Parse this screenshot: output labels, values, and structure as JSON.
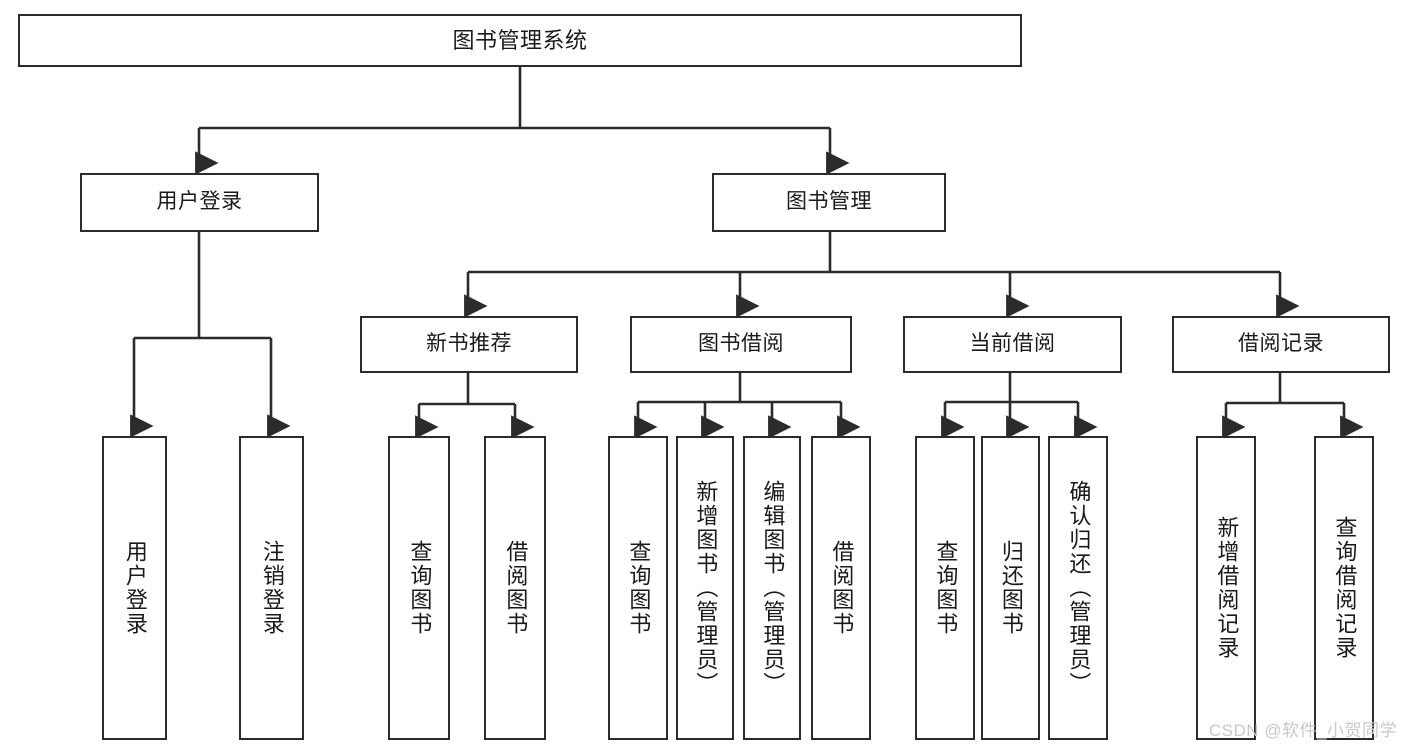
{
  "diagram": {
    "title": "图书管理系统",
    "type": "tree",
    "colors": {
      "background": "#ffffff",
      "border": "#2b2b2b",
      "edge": "#2b2b2b",
      "text": "#1a1a1a",
      "watermark": "#c9c9c9"
    },
    "watermark": "CSDN @软件_小贺同学",
    "nodes": {
      "root": {
        "label": "图书管理系统"
      },
      "level2": [
        {
          "id": "user-login",
          "label": "用户登录"
        },
        {
          "id": "book-manage",
          "label": "图书管理"
        }
      ],
      "level3": [
        {
          "id": "new-book-rec",
          "label": "新书推荐"
        },
        {
          "id": "book-borrow",
          "label": "图书借阅"
        },
        {
          "id": "current-borrow",
          "label": "当前借阅"
        },
        {
          "id": "borrow-record",
          "label": "借阅记录"
        }
      ],
      "leaves": {
        "user-login": [
          {
            "id": "leaf-user-login",
            "label": "用户登录"
          },
          {
            "id": "leaf-user-logout",
            "label": "注销登录"
          }
        ],
        "new-book-rec": [
          {
            "id": "leaf-query-book-1",
            "label": "查询图书"
          },
          {
            "id": "leaf-borrow-book-1",
            "label": "借阅图书"
          }
        ],
        "book-borrow": [
          {
            "id": "leaf-query-book-2",
            "label": "查询图书"
          },
          {
            "id": "leaf-add-book",
            "label": "新增图书（管理员）"
          },
          {
            "id": "leaf-edit-book",
            "label": "编辑图书（管理员）"
          },
          {
            "id": "leaf-borrow-book-2",
            "label": "借阅图书"
          }
        ],
        "current-borrow": [
          {
            "id": "leaf-query-book-3",
            "label": "查询图书"
          },
          {
            "id": "leaf-return-book",
            "label": "归还图书"
          },
          {
            "id": "leaf-confirm-return",
            "label": "确认归还（管理员）"
          }
        ],
        "borrow-record": [
          {
            "id": "leaf-add-record",
            "label": "新增借阅记录"
          },
          {
            "id": "leaf-query-record",
            "label": "查询借阅记录"
          }
        ]
      }
    }
  }
}
